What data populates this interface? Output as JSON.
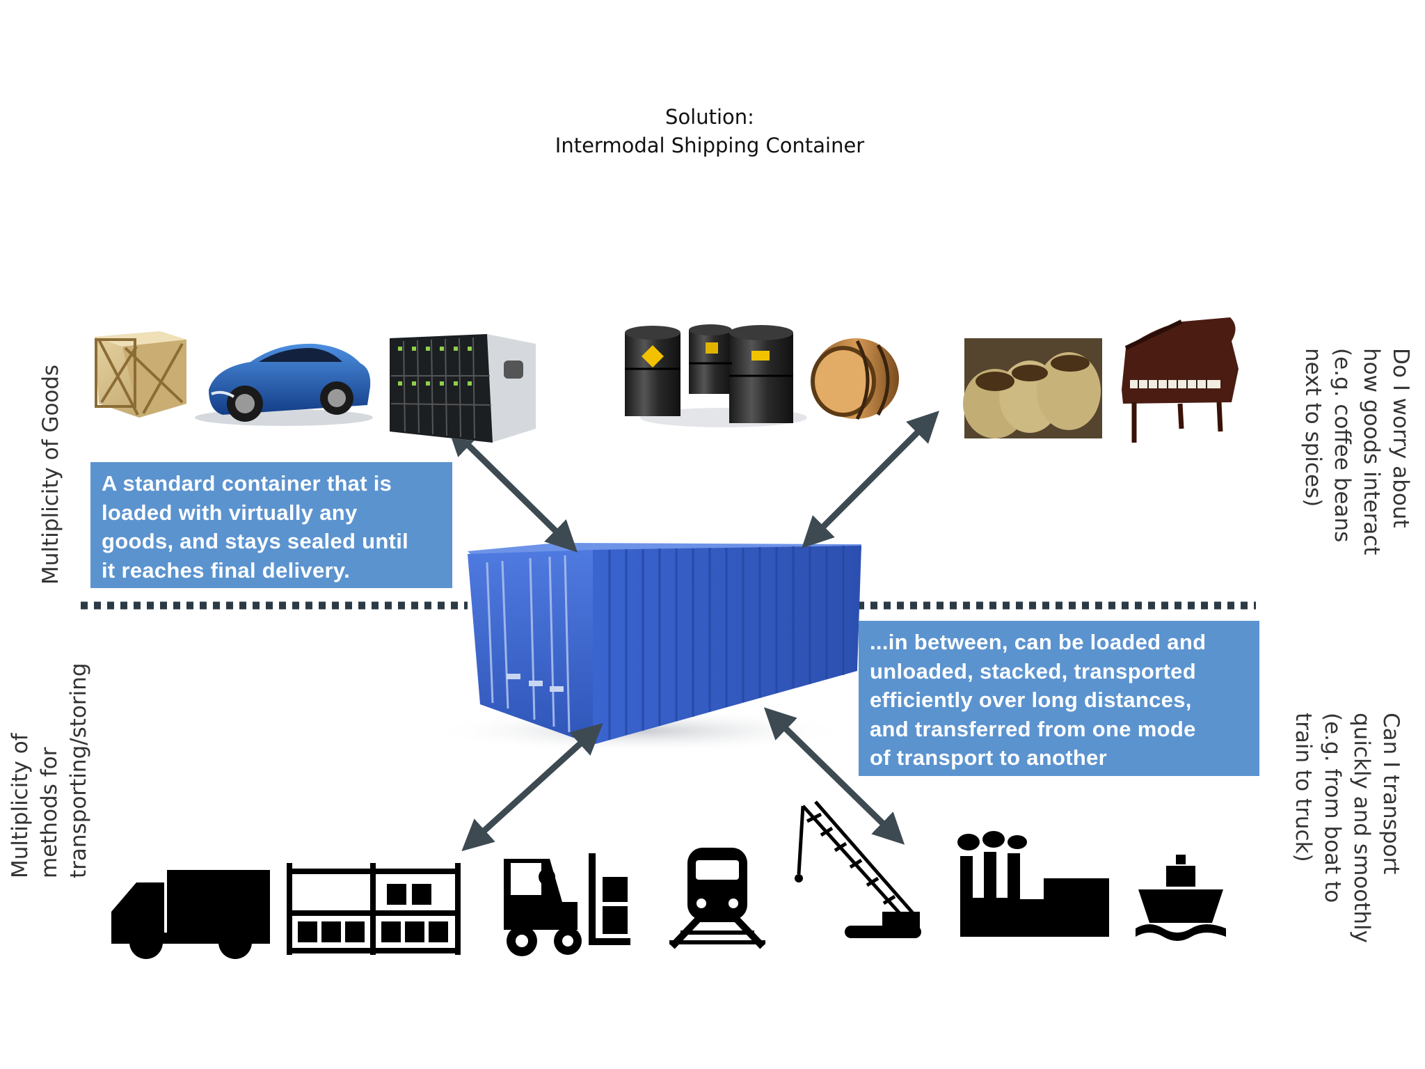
{
  "title": {
    "line1": "Solution:",
    "line2": "Intermodal Shipping Container"
  },
  "callout_goods": {
    "lines": [
      "A standard container that is",
      "loaded with virtually any",
      "goods, and stays sealed until",
      "it reaches final delivery."
    ]
  },
  "callout_transport": {
    "lines": [
      "...in between, can be loaded and",
      "unloaded, stacked, transported",
      "efficiently over long distances,",
      "and transferred from one mode",
      "of transport to another"
    ]
  },
  "left_labels": {
    "goods": "Multiplicity of Goods",
    "methods": [
      "Multiplicity of",
      "methods for",
      "transporting/storing"
    ]
  },
  "right_labels": {
    "goods_question": [
      "Do I worry about",
      "how goods interact",
      "(e.g. coffee beans",
      "next to spices)"
    ],
    "transport_question": [
      "Can I transport",
      "quickly and smoothly",
      "(e.g. from boat to",
      "train to truck)"
    ]
  },
  "colors": {
    "callout": "#5b93cf",
    "container": "#3e66c9",
    "arrow": "#3d4a52",
    "divider": "#2b3a44"
  },
  "goods_icons": [
    "crate-icon",
    "car-icon",
    "server-rack-icon",
    "oil-drums-icon",
    "wine-barrel-icon",
    "coffee-sacks-icon",
    "grand-piano-icon"
  ],
  "transport_icons": [
    "truck-icon",
    "warehouse-rack-icon",
    "forklift-icon",
    "train-icon",
    "crane-icon",
    "factory-icon",
    "ship-icon"
  ]
}
